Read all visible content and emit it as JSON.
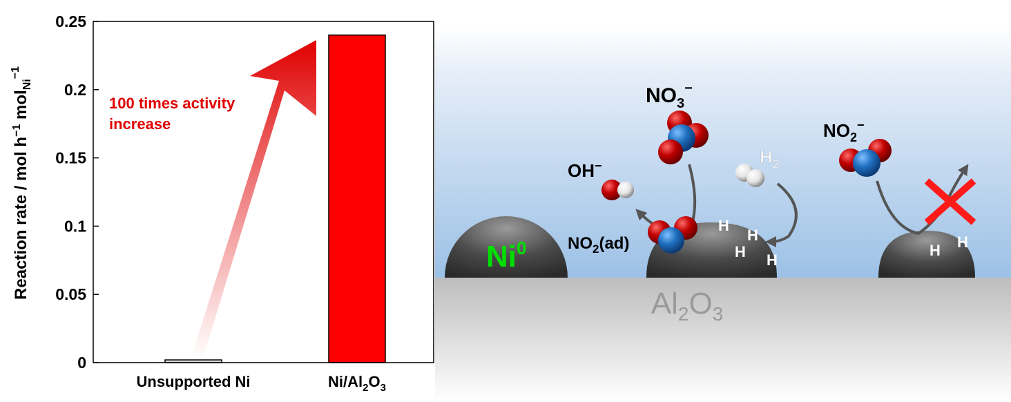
{
  "chart_data": {
    "type": "bar",
    "categories": [
      "Unsupported Ni",
      "Ni/Al2O3"
    ],
    "category_labels": [
      {
        "main": "Unsupported Ni"
      },
      {
        "main": "Ni/Al",
        "sub1": "2",
        "mid": "O",
        "sub2": "3"
      }
    ],
    "values": [
      0.002,
      0.24
    ],
    "ylabel": {
      "main": "Reaction rate / mol h",
      "sup1": "−1",
      "mid": " mol",
      "sub": "Ni",
      "sup2": "−1"
    },
    "ylim": [
      0,
      0.25
    ],
    "yticks": [
      0,
      0.05,
      0.1,
      0.15,
      0.2,
      0.25
    ],
    "ytick_labels": [
      "0",
      "0.05",
      "0.1",
      "0.15",
      "0.2",
      "0.25"
    ],
    "annotation": [
      "100 times activity",
      "increase"
    ],
    "colors": {
      "bar_supported": "#ff0000",
      "bar_unsupported": "#d9d9d9",
      "annotation": "#e00000"
    }
  },
  "diagram": {
    "support": {
      "main": "Al",
      "sub1": "2",
      "mid": "O",
      "sub2": "3"
    },
    "ni0": {
      "main": "Ni",
      "sup": "0"
    },
    "no3": {
      "main": "NO",
      "sub": "3",
      "sup": "−"
    },
    "no2_ion": {
      "main": "NO",
      "sub": "2",
      "sup": "−"
    },
    "oh": {
      "main": "OH",
      "sup": "−"
    },
    "h2": {
      "main": "H",
      "sub": "2"
    },
    "no2_ad": {
      "main": "NO",
      "sub": "2",
      "tail": "(ad)"
    },
    "h_atom": "H",
    "colors": {
      "nickel_green": "#00e000",
      "oxygen": "#c00000",
      "nitrogen": "#1f6fc0",
      "cross": "#ff1a1a"
    }
  }
}
